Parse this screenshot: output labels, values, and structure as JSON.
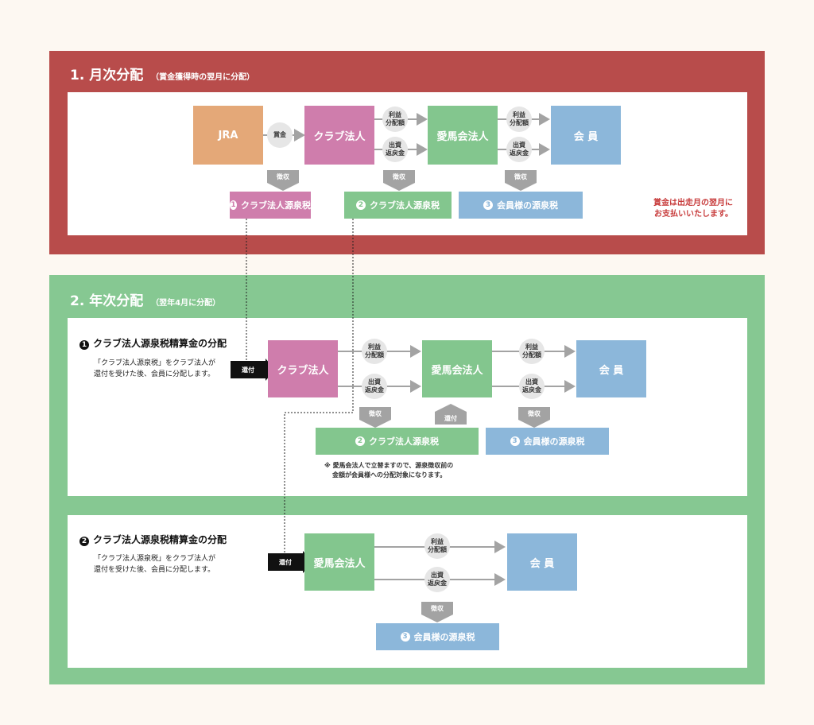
{
  "colors": {
    "red_panel": "#b84c4b",
    "green_panel": "#86c892",
    "jra": "#e4a878",
    "club": "#cf7dac",
    "aiba": "#83c68e",
    "member": "#8cb7da",
    "arrow_gray": "#a3a3a3",
    "note_red": "#c73a3a"
  },
  "section1": {
    "number": "1.",
    "title": "月次分配",
    "subtitle": "（賞金獲得時の翌月に分配）",
    "jra": "JRA",
    "prize": "賞金",
    "club": "クラブ法人",
    "aiba": "愛馬会法人",
    "member": "会 員",
    "profit_1": "利益",
    "profit_2": "分配額",
    "invest_1": "出資",
    "invest_2": "返戻金",
    "collect": "徴収",
    "tax1_num": "1",
    "tax1": "クラブ法人源泉税",
    "tax2_num": "2",
    "tax2": "クラブ法人源泉税",
    "tax3_num": "3",
    "tax3": "会員様の源泉税",
    "note_line1": "賞金は出走月の翌月に",
    "note_line2": "お支払いいたします。"
  },
  "section2": {
    "number": "2.",
    "title": "年次分配",
    "subtitle": "（翌年4月に分配）",
    "part1": {
      "title_num": "1",
      "title": "クラブ法人源泉税精算金の分配",
      "desc_line1": "「クラブ法人源泉税」をクラブ法人が",
      "desc_line2": "還付を受けた後、会員に分配します。",
      "refund": "還付",
      "club": "クラブ法人",
      "aiba": "愛馬会法人",
      "member": "会 員",
      "profit_1": "利益",
      "profit_2": "分配額",
      "invest_1": "出資",
      "invest_2": "返戻金",
      "collect": "徴収",
      "refund_up": "還付",
      "tax2_num": "2",
      "tax2": "クラブ法人源泉税",
      "tax3_num": "3",
      "tax3": "会員様の源泉税",
      "note_line1": "※ 愛馬会法人で立替ますので、源泉徴収前の",
      "note_line2": "金額が会員様への分配対象になります。"
    },
    "part2": {
      "title_num": "2",
      "title": "クラブ法人源泉税精算金の分配",
      "desc_line1": "「クラブ法人源泉税」をクラブ法人が",
      "desc_line2": "還付を受けた後、会員に分配します。",
      "refund": "還付",
      "aiba": "愛馬会法人",
      "member": "会 員",
      "profit_1": "利益",
      "profit_2": "分配額",
      "invest_1": "出資",
      "invest_2": "返戻金",
      "collect": "徴収",
      "tax3_num": "3",
      "tax3": "会員様の源泉税"
    }
  }
}
